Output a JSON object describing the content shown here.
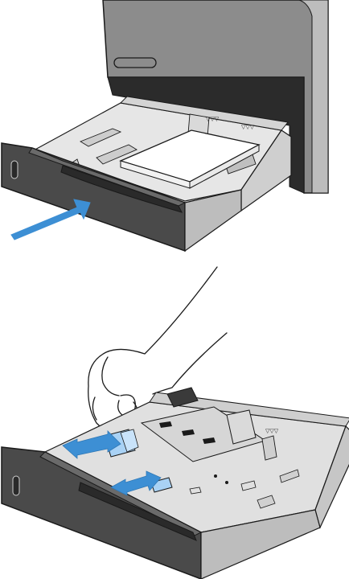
{
  "figures": [
    {
      "id": "insert-tray",
      "tray_label_marks": [
        "▽▽▽",
        "▽▽▽"
      ],
      "arrow": {
        "direction": "into-printer"
      }
    },
    {
      "id": "adjust-guides",
      "tray_label_marks": [
        "▽▽▽"
      ],
      "arrows": [
        {
          "direction": "left-right",
          "target": "length-guide"
        },
        {
          "direction": "left-right",
          "target": "width-guide"
        }
      ]
    }
  ],
  "colors": {
    "arrow_blue": "#3d8fd4",
    "guide_blue": "#a9d2f5",
    "tray_gray": "#d9d9d9",
    "tray_front_dark": "#4a4a4a",
    "printer_body": "#8c8c8c",
    "line": "#1a1a1a",
    "paper": "#ffffff"
  }
}
